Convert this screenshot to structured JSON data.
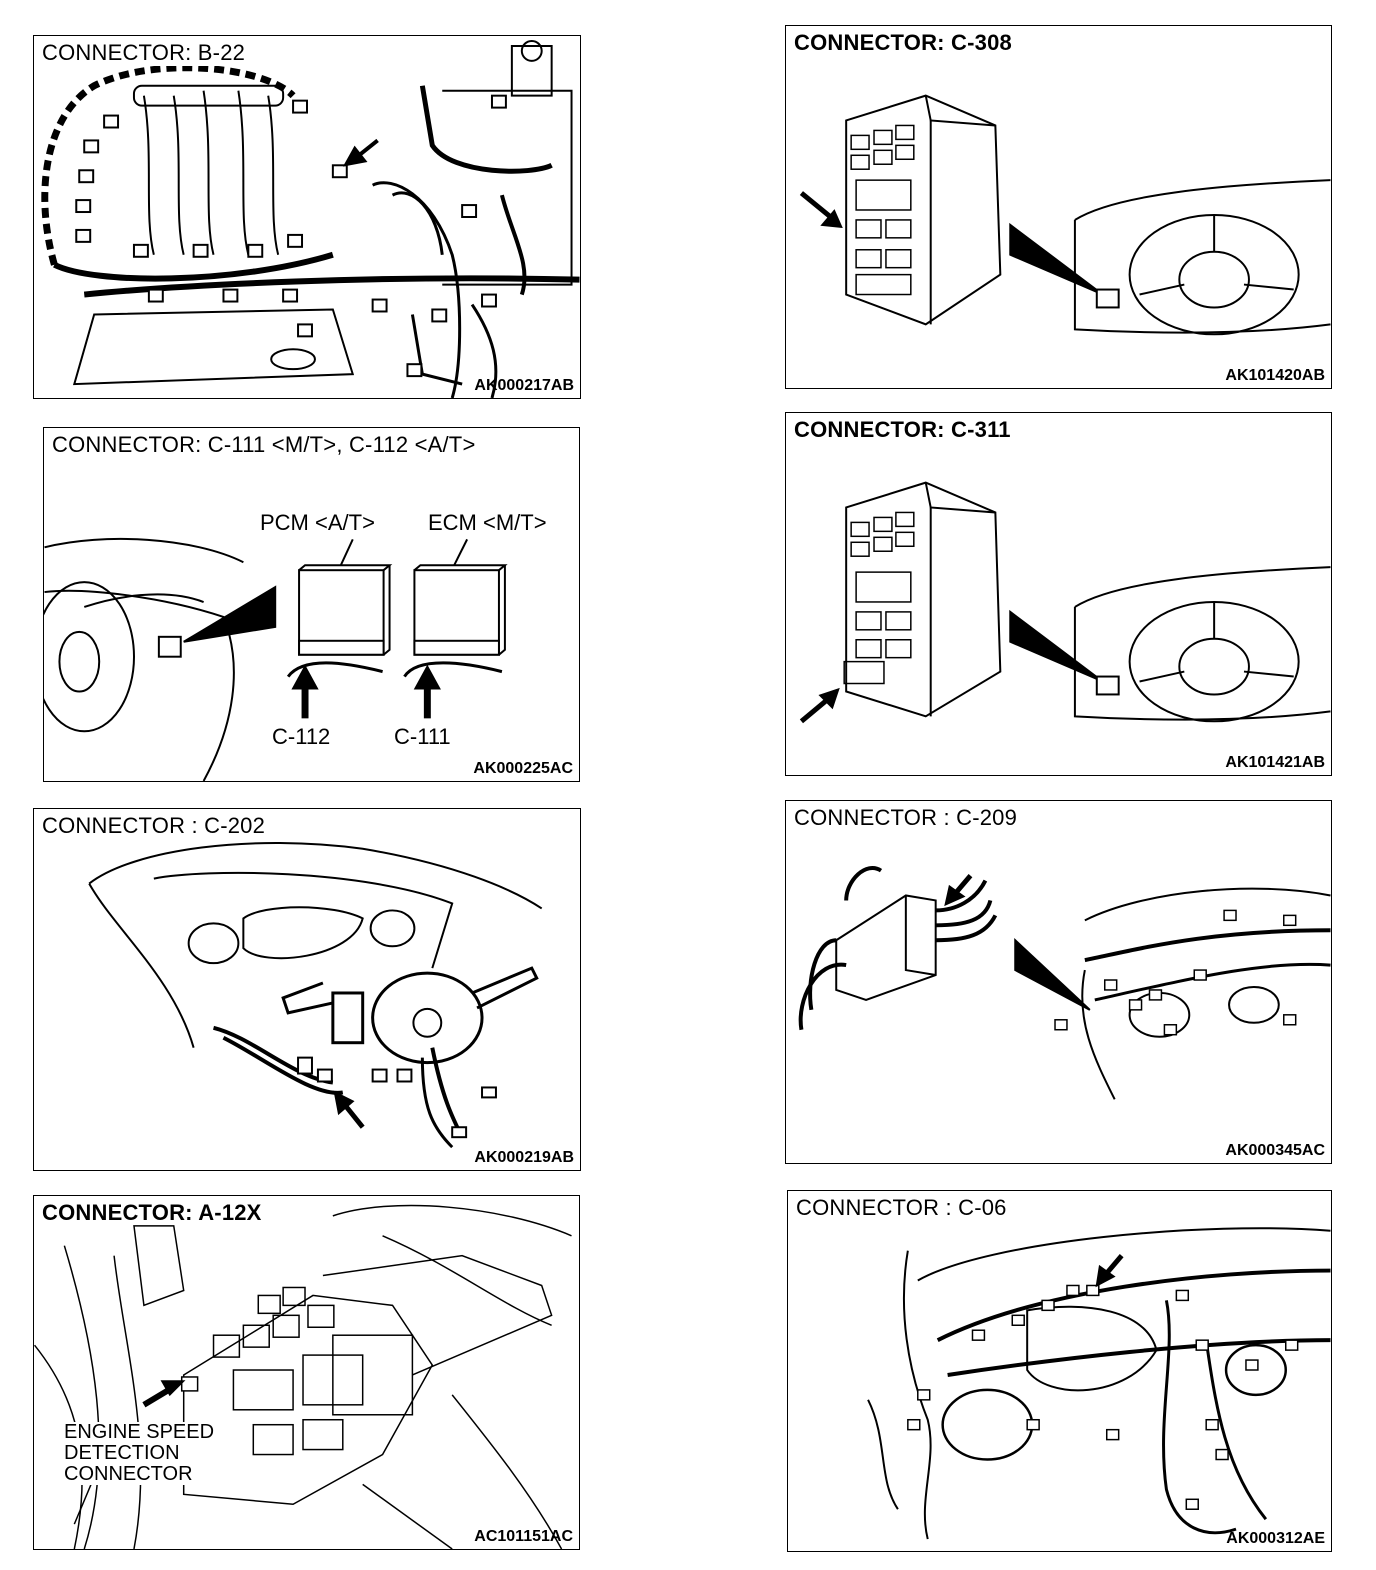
{
  "panels": {
    "b22": {
      "title": "CONNECTOR: B-22",
      "code": "AK000217AB"
    },
    "c308": {
      "title": "CONNECTOR: C-308",
      "code": "AK101420AB"
    },
    "c111": {
      "title": "CONNECTOR: C-111 <M/T>, C-112 <A/T>",
      "code": "AK000225AC",
      "pcm_label": "PCM <A/T>",
      "ecm_label": "ECM <M/T>",
      "c112_label": "C-112",
      "c111_label": "C-111"
    },
    "c311": {
      "title": "CONNECTOR: C-311",
      "code": "AK101421AB"
    },
    "c202": {
      "title": "CONNECTOR : C-202",
      "code": "AK000219AB"
    },
    "c209": {
      "title": "CONNECTOR : C-209",
      "code": "AK000345AC"
    },
    "a12x": {
      "title": "CONNECTOR: A-12X",
      "code": "AC101151AC",
      "note": [
        "ENGINE SPEED",
        "DETECTION",
        "CONNECTOR"
      ]
    },
    "c06": {
      "title": "CONNECTOR : C-06",
      "code": "AK000312AE"
    }
  }
}
